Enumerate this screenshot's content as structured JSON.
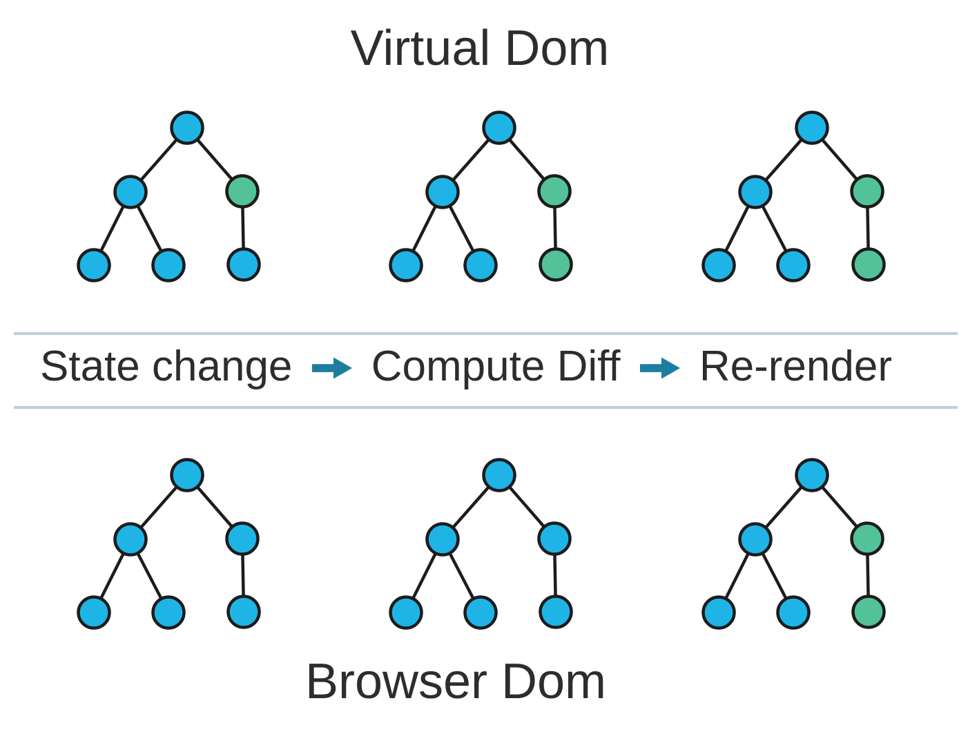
{
  "top_section": {
    "title": "Virtual Dom",
    "trees": [
      {
        "name": "virtual-dom-tree-1",
        "node_colors": [
          "blue",
          "blue",
          "green",
          "blue",
          "blue",
          "blue"
        ]
      },
      {
        "name": "virtual-dom-tree-2",
        "node_colors": [
          "blue",
          "blue",
          "green",
          "blue",
          "blue",
          "green"
        ]
      },
      {
        "name": "virtual-dom-tree-3",
        "node_colors": [
          "blue",
          "blue",
          "green",
          "blue",
          "blue",
          "green"
        ]
      }
    ]
  },
  "process_bar": {
    "steps": [
      {
        "label": "State change"
      },
      {
        "label": "Compute Diff"
      },
      {
        "label": "Re-render"
      }
    ],
    "arrow_icon": "right-arrow-icon"
  },
  "bottom_section": {
    "title": "Browser Dom",
    "trees": [
      {
        "name": "browser-dom-tree-1",
        "node_colors": [
          "blue",
          "blue",
          "blue",
          "blue",
          "blue",
          "blue"
        ]
      },
      {
        "name": "browser-dom-tree-2",
        "node_colors": [
          "blue",
          "blue",
          "blue",
          "blue",
          "blue",
          "blue"
        ]
      },
      {
        "name": "browser-dom-tree-3",
        "node_colors": [
          "blue",
          "blue",
          "green",
          "blue",
          "blue",
          "green"
        ]
      }
    ]
  },
  "colors": {
    "background": "#ffffff",
    "node_blue": "#1fb4e6",
    "node_green": "#53c298",
    "node_border": "#1c1c1c",
    "edge": "#1c1c1c",
    "arrow": "#1c7d9e",
    "divider": "#b9d1da",
    "text": "#2d2d2d"
  }
}
